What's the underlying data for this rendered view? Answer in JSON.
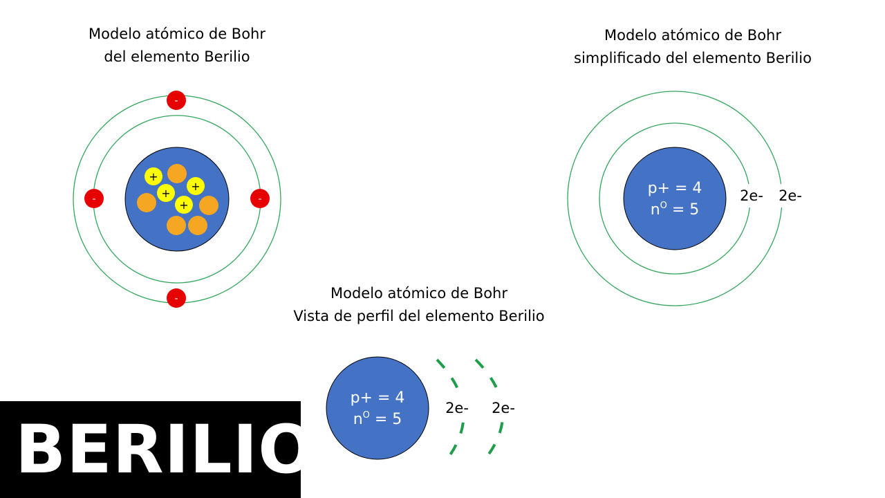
{
  "titles": {
    "left": [
      "Modelo atómico de Bohr",
      "del elemento Berilio"
    ],
    "right": [
      "Modelo atómico de Bohr",
      "simplificado del elemento Berilio"
    ],
    "bottom": [
      "Modelo atómico de Bohr",
      "Vista de perfil del elemento Berilio"
    ]
  },
  "nucleus": {
    "protons": "p+ = 4",
    "neutrons_prefix": "n",
    "neutrons_sup": "O",
    "neutrons_suffix": " = 5"
  },
  "symbols": {
    "proton": "+",
    "electron": "-"
  },
  "shells": {
    "inner": "2e-",
    "outer": "2e-"
  },
  "element_label": "BERILIO",
  "colors": {
    "nucleus": "#4472c4",
    "proton": "#ffff00",
    "neutron": "#f5a623",
    "electron": "#e60000",
    "orbit": "#33a65c",
    "orbit_dashed": "#1e9e4a"
  }
}
